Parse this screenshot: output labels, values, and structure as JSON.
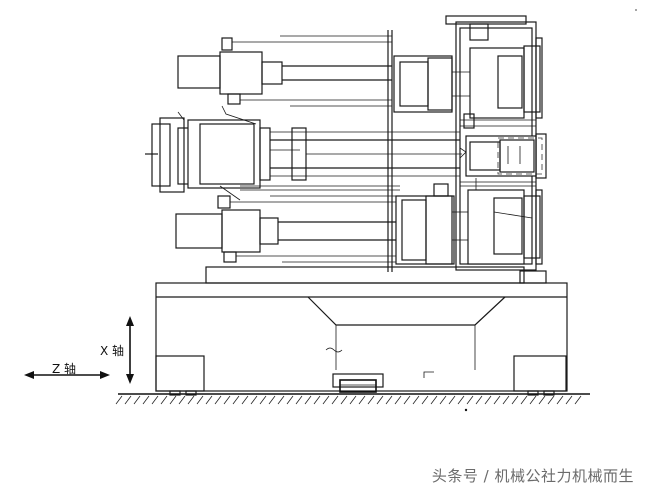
{
  "labels": {
    "x_axis": "X 轴",
    "z_axis": "Z 轴"
  },
  "watermark": "头条号 / 机械公社力机械而生",
  "colors": {
    "line": "#1a1a1a",
    "background": "#ffffff",
    "watermark": "#6b6b6b"
  }
}
